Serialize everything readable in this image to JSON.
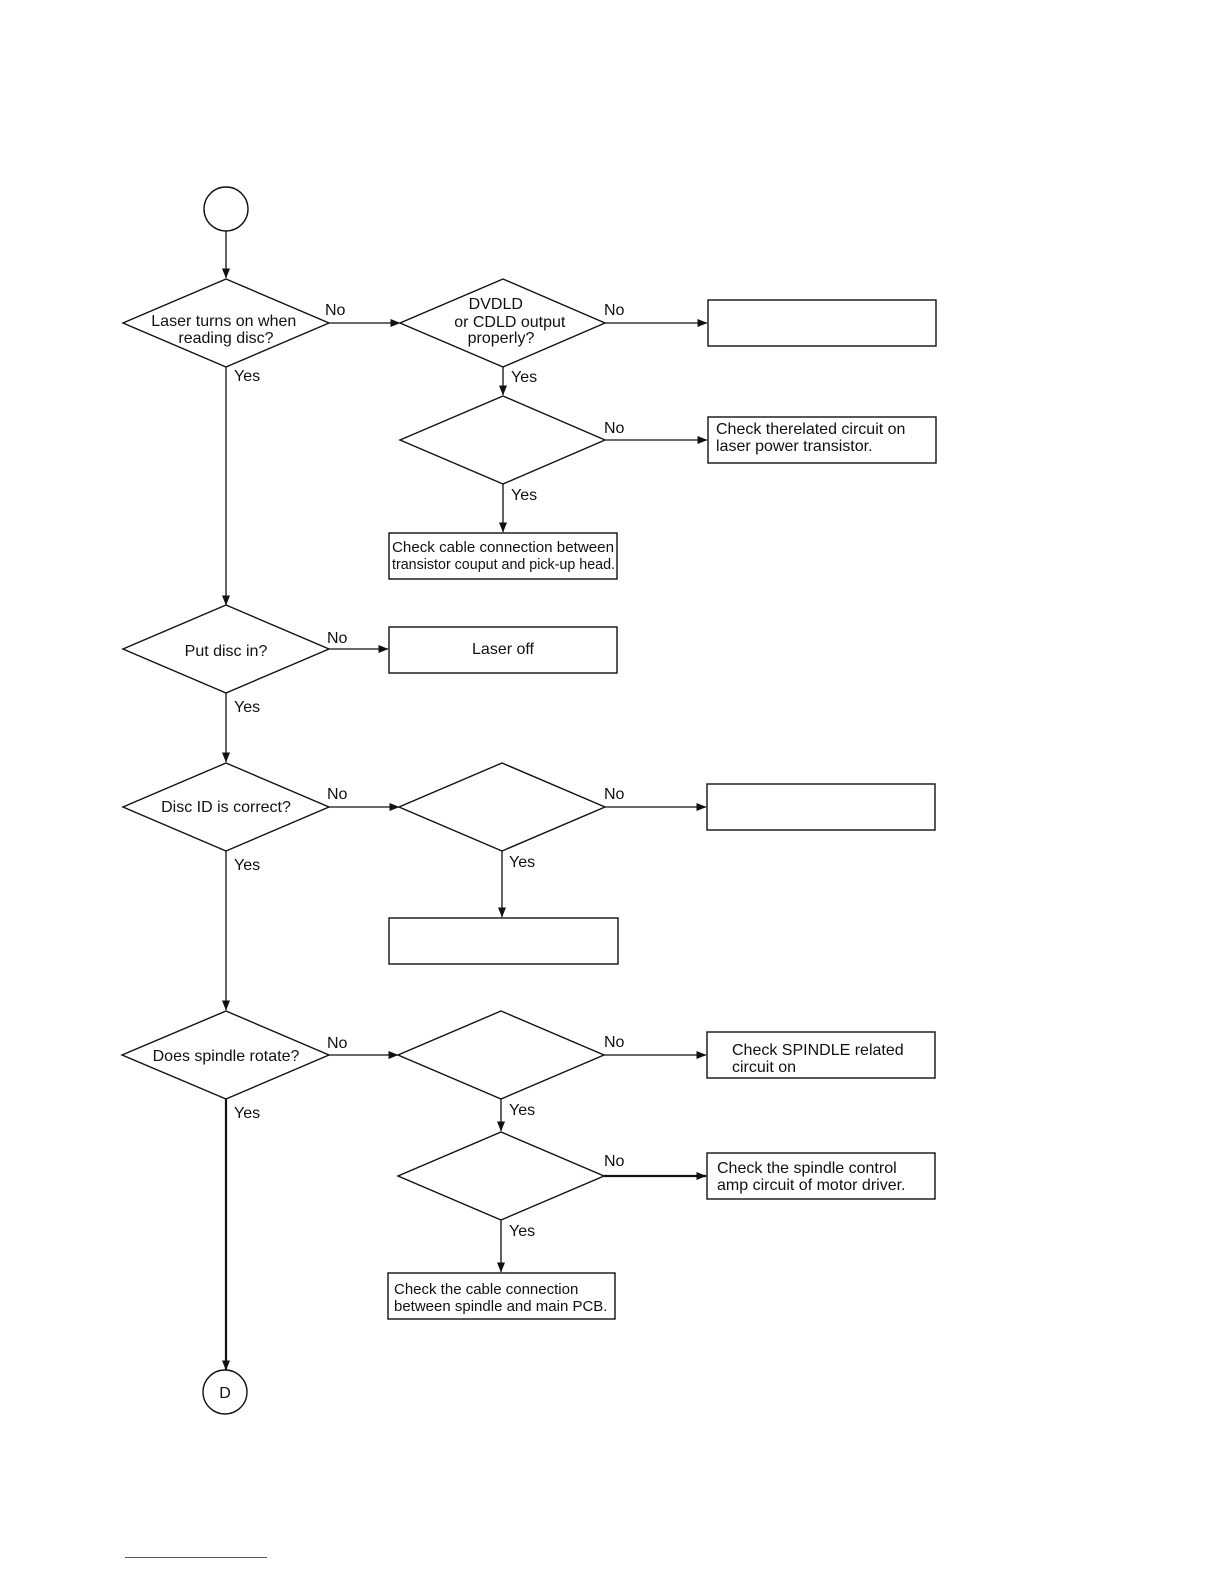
{
  "flowchart": {
    "start_connector": "",
    "end_connector": "D",
    "decisions": {
      "laser_on": [
        "Laser turns on when",
        "reading disc?"
      ],
      "ld_output": [
        "DVDLD",
        "or  CDLD output",
        "properly?"
      ],
      "blank_1": [],
      "put_disc": [
        "Put disc in?"
      ],
      "disc_id": [
        "Disc ID is correct?"
      ],
      "blank_2": [],
      "spindle": [
        "Does spindle rotate?"
      ],
      "blank_3": [],
      "blank_4": []
    },
    "boxes": {
      "blank_top": [],
      "laser_transistor": [
        "Check therelated  circuit  on",
        "laser power transistor."
      ],
      "cable_pickup": [
        "Check cable connection between",
        "transistor couput and pick-up head."
      ],
      "laser_off": [
        "Laser off"
      ],
      "blank_mid_right": [],
      "blank_mid_center": [],
      "spindle_circuit": [
        "Check SPINDLE related",
        "circuit  on"
      ],
      "spindle_amp": [
        "Check the spindle control",
        "amp circuit of motor driver."
      ],
      "spindle_cable": [
        "Check the cable connection",
        "between spindle and main PCB."
      ]
    },
    "labels": {
      "yes": "Yes",
      "no": "No"
    }
  }
}
